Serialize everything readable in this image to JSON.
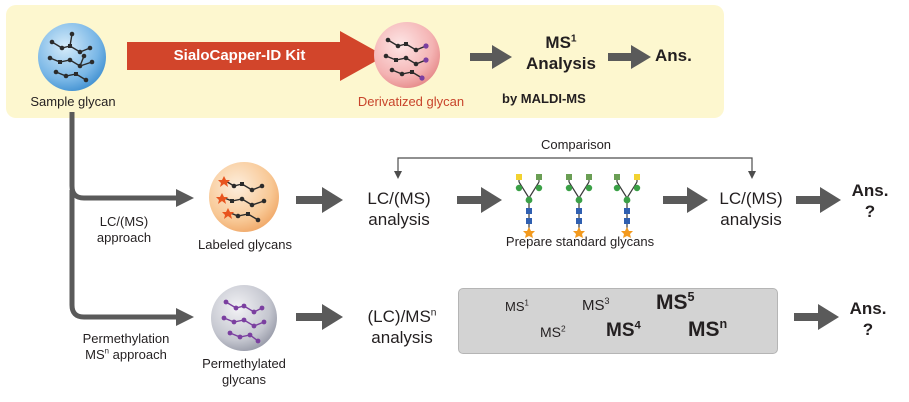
{
  "top": {
    "sample_label": "Sample glycan",
    "kit_label": "SialoCapper-ID Kit",
    "derivatized_label": "Derivatized glycan",
    "ms1_line1": "MS",
    "ms1_sup": "1",
    "ms1_line2": "Analysis",
    "answer": "Ans.",
    "maldi_label": "by MALDI-MS"
  },
  "lc_route": {
    "approach_line1": "LC/(MS)",
    "approach_line2": "approach",
    "labeled_label": "Labeled glycans",
    "comparison_label": "Comparison",
    "analysis1_line1": "LC/(MS)",
    "analysis1_line2": "analysis",
    "standard_label": "Prepare standard glycans",
    "analysis2_line1": "LC/(MS)",
    "analysis2_line2": "analysis",
    "answer_line1": "Ans.",
    "answer_line2": "?"
  },
  "perm_route": {
    "approach_line1": "Permethylation",
    "approach_line2_a": "MS",
    "approach_line2_sup": "n",
    "approach_line2_b": " approach",
    "perm_label_line1": "Permethylated",
    "perm_label_line2": "glycans",
    "analysis_line1_a": "(LC)/MS",
    "analysis_line1_sup": "n",
    "analysis_line2": "analysis",
    "answer_line1": "Ans.",
    "answer_line2": "?",
    "ms_stages": [
      {
        "base": "MS",
        "sup": "1"
      },
      {
        "base": "MS",
        "sup": "2"
      },
      {
        "base": "MS",
        "sup": "3"
      },
      {
        "base": "MS",
        "sup": "4"
      },
      {
        "base": "MS",
        "sup": "5"
      },
      {
        "base": "MS",
        "sup": "n"
      }
    ]
  },
  "colors": {
    "panel": "#fdf7cf",
    "kit_arrow": "#d2452b",
    "arrow_grey": "#5a5a5a",
    "sample_circle": "#5aa3d9",
    "derivatized_circle": "#f0a5a6",
    "labeled_circle": "#f6bf86",
    "permethylated_circle": "#b9bcc8",
    "ms_panel": "#d3d3d3"
  }
}
